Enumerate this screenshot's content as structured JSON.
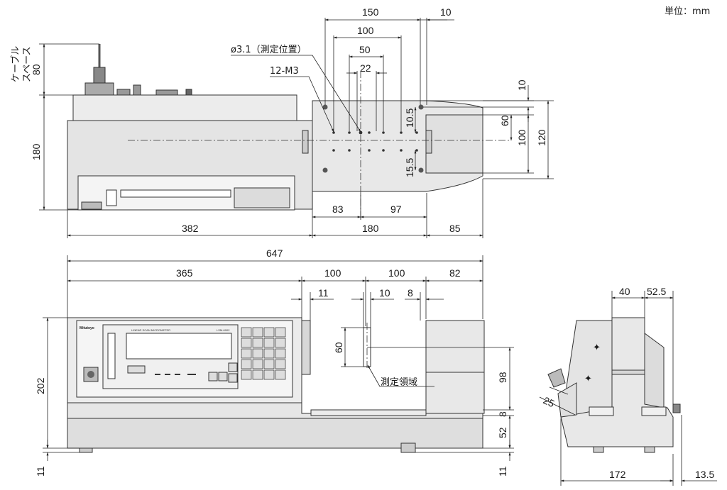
{
  "unit_label": "単位：mm",
  "labels": {
    "cable_space_line1": "ケーブル",
    "cable_space_line2": "スペース",
    "hole_diameter": "ø3.1（測定位置）",
    "screw_holes": "12-M3",
    "measuring_area": "測定領域"
  },
  "product": {
    "brand": "Mitutoyo",
    "model_label": "LINEAR SCAN MICROMETER",
    "model_code": "LSM-6902"
  },
  "top_view": {
    "dim_150": "150",
    "dim_10_top": "10",
    "dim_100": "100",
    "dim_50": "50",
    "dim_22": "22",
    "dim_cable_80": "80",
    "dim_180_v": "180",
    "dim_10_r": "10",
    "dim_10_5": "10.5",
    "dim_15_5": "15.5",
    "dim_60": "60",
    "dim_100_v": "100",
    "dim_120": "120",
    "dim_83": "83",
    "dim_97": "97",
    "dim_382": "382",
    "dim_180_h": "180",
    "dim_85": "85"
  },
  "front_view": {
    "dim_647": "647",
    "dim_365": "365",
    "dim_100_a": "100",
    "dim_100_b": "100",
    "dim_82": "82",
    "dim_11_a": "11",
    "dim_10": "10",
    "dim_8_a": "8",
    "dim_60": "60",
    "dim_202": "202",
    "dim_11_left": "11",
    "dim_98": "98",
    "dim_8_b": "8",
    "dim_52": "52",
    "dim_11_right": "11"
  },
  "side_view": {
    "dim_40": "40",
    "dim_52_5": "52.5",
    "dim_25": "25",
    "dim_172": "172",
    "dim_13_5": "13.5"
  }
}
